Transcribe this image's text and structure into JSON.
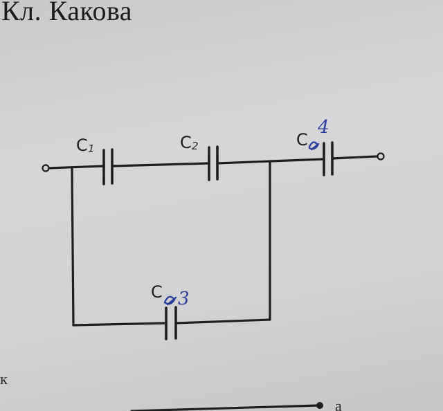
{
  "heading": "Кл. Какова",
  "circuit": {
    "c1": {
      "letter": "C",
      "subscript": "1"
    },
    "c2": {
      "letter": "C",
      "subscript": "2"
    },
    "c3": {
      "letter": "C",
      "hand_number": "4"
    },
    "c4": {
      "letter": "C",
      "hand_number": "3"
    }
  },
  "colors": {
    "ink": "#1f1f22",
    "handwriting_blue": "#2c3f9e",
    "paper": "#d2d2d4"
  },
  "edge_marks": {
    "left": "к",
    "right": "a"
  }
}
